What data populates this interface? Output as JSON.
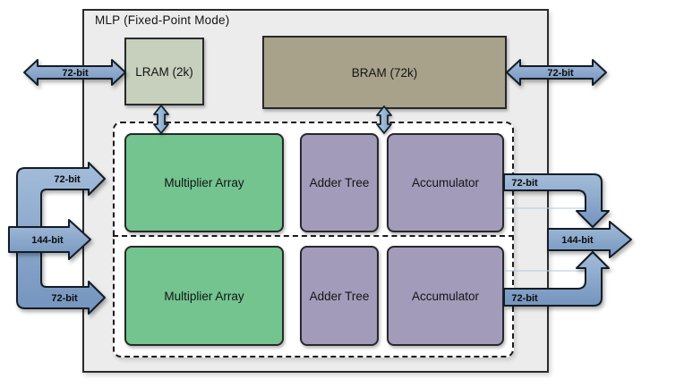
{
  "title": "MLP (Fixed-Point Mode)",
  "memories": {
    "lram": "LRAM (2k)",
    "bram": "BRAM (72k)"
  },
  "rows": [
    {
      "blocks": [
        {
          "label": "Multiplier Array"
        },
        {
          "label": "Adder Tree"
        },
        {
          "label": "Accumulator"
        }
      ]
    },
    {
      "blocks": [
        {
          "label": "Multiplier Array"
        },
        {
          "label": "Adder Tree"
        },
        {
          "label": "Accumulator"
        }
      ]
    }
  ],
  "buses": {
    "lram_io": "72-bit",
    "bram_io": "72-bit",
    "input_main": "144-bit",
    "input_top": "72-bit",
    "input_bottom": "72-bit",
    "output_top": "72-bit",
    "output_bottom": "72-bit",
    "output_main": "144-bit"
  },
  "colors": {
    "arrow_blue": "#7E9EC6",
    "multiplier_green": "#73C48F",
    "alu_lavender": "#A39BBA",
    "lram_sage": "#C6D0BD",
    "bram_tan": "#A8A28B",
    "panel_gray": "#ECECEC"
  }
}
